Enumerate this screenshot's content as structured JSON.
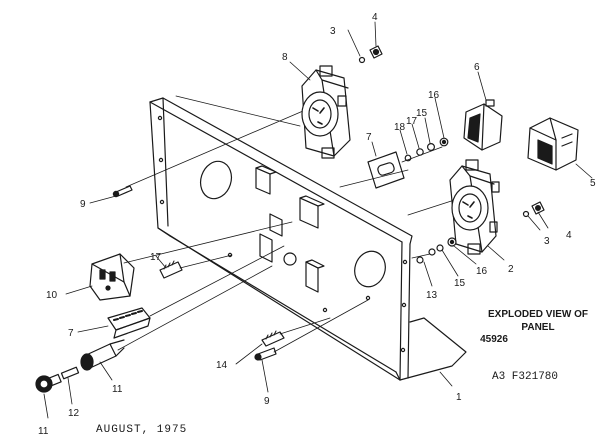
{
  "title": {
    "line1": "EXPLODED VIEW OF",
    "line2": "PANEL",
    "line3": "45926"
  },
  "reference_code": "A3   F321780",
  "date": "AUGUST, 1975",
  "callouts": {
    "c1": "1",
    "c2": "2",
    "c3a": "3",
    "c3b": "3",
    "c4a": "4",
    "c4b": "4",
    "c5": "5",
    "c6": "6",
    "c7a": "7",
    "c7b": "7",
    "c8": "8",
    "c9a": "9",
    "c9b": "9",
    "c10": "10",
    "c11a": "11",
    "c11b": "11",
    "c12": "12",
    "c13": "13",
    "c14": "14",
    "c15a": "15",
    "c15b": "15",
    "c16a": "16",
    "c16b": "16",
    "c17a": "17",
    "c17b": "17",
    "c18": "18"
  }
}
